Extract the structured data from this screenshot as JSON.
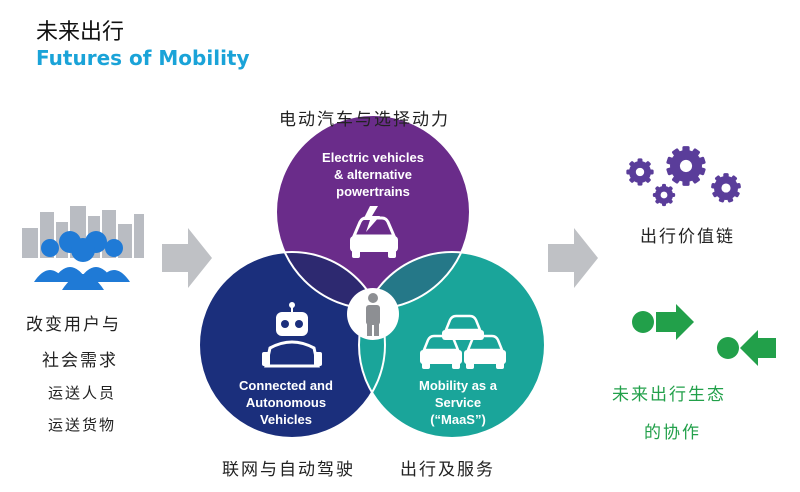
{
  "header": {
    "title_cn": "未来出行",
    "title_en": "Futures of Mobility"
  },
  "left": {
    "line1": "改变用户与",
    "line2": "社会需求",
    "line3": "运送人员",
    "line4": "运送货物"
  },
  "venn": {
    "top_caption": "电动汽车与选择动力",
    "top_label": [
      "Electric vehicles",
      "& alternative",
      "powertrains"
    ],
    "left_label": [
      "Connected and",
      "Autonomous",
      "Vehicles"
    ],
    "right_label": [
      "Mobility as a",
      "Service",
      "(“MaaS”)"
    ],
    "bottom_left_caption": "联网与自动驾驶",
    "bottom_right_caption": "出行及服务",
    "colors": {
      "top": "#6a2c8a",
      "left": "#1b2f7c",
      "right": "#1aa59a",
      "overlap": "#3d2466"
    }
  },
  "right": {
    "value_chain": "出行价值链",
    "ecosystem_line1": "未来出行生态",
    "ecosystem_line2": "的协作",
    "gear_color": "#5a3d9a",
    "green": "#22a04a"
  }
}
